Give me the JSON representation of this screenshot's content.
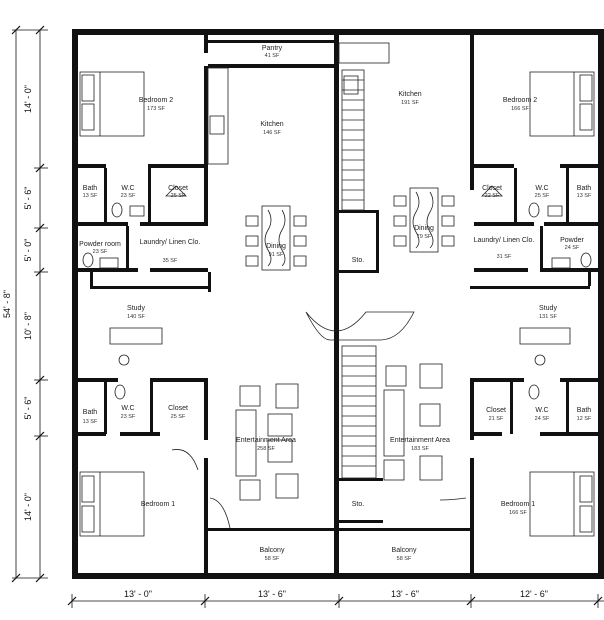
{
  "plan": {
    "dimensions": {
      "left": [
        "14' - 0\"",
        "5' - 6\"",
        "5' - 0\"",
        "10' - 8\"",
        "5' - 6\"",
        "14' - 0\""
      ],
      "overall": "54' - 8\"",
      "bottom": [
        "13' - 0\"",
        "13' - 6\"",
        "13' - 6\"",
        "12' - 6\""
      ]
    },
    "rooms": [
      {
        "id": "bedroom2-left",
        "name": "Bedroom 2",
        "area": "173 SF"
      },
      {
        "id": "pantry",
        "name": "Pantry",
        "area": "41 SF"
      },
      {
        "id": "kitchen-left",
        "name": "Kitchen",
        "area": "146 SF"
      },
      {
        "id": "kitchen-right",
        "name": "Kitchen",
        "area": "191 SF"
      },
      {
        "id": "bedroom2-right",
        "name": "Bedroom 2",
        "area": "166 SF"
      },
      {
        "id": "bath-ul",
        "name": "Bath",
        "area": "13 SF"
      },
      {
        "id": "wc-ul",
        "name": "W.C",
        "area": "23 SF"
      },
      {
        "id": "closet-ul",
        "name": "Closet",
        "area": "25 SF"
      },
      {
        "id": "closet-ur",
        "name": "Closet",
        "area": "22 SF"
      },
      {
        "id": "wc-ur",
        "name": "W.C",
        "area": "25 SF"
      },
      {
        "id": "bath-ur",
        "name": "Bath",
        "area": "13 SF"
      },
      {
        "id": "powder-left",
        "name": "Powder room",
        "area": "23 SF"
      },
      {
        "id": "laundry-left",
        "name": "Laundry/ Linen Clo.",
        "area": "35 SF"
      },
      {
        "id": "dining-left",
        "name": "Dining",
        "area": "91 SF"
      },
      {
        "id": "sto-upper",
        "name": "Sto.",
        "area": ""
      },
      {
        "id": "dining-right",
        "name": "Dining",
        "area": "79 SF"
      },
      {
        "id": "laundry-right",
        "name": "Laundry/ Linen Clo.",
        "area": "31 SF"
      },
      {
        "id": "powder-right",
        "name": "Powder",
        "area": "24 SF"
      },
      {
        "id": "study-left",
        "name": "Study",
        "area": "140 SF"
      },
      {
        "id": "study-right",
        "name": "Study",
        "area": "131 SF"
      },
      {
        "id": "bath-ll",
        "name": "Bath",
        "area": "13 SF"
      },
      {
        "id": "wc-ll",
        "name": "W.C",
        "area": "23 SF"
      },
      {
        "id": "closet-ll",
        "name": "Closet",
        "area": "25 SF"
      },
      {
        "id": "ent-left",
        "name": "Entertainment Area",
        "area": "258 SF"
      },
      {
        "id": "ent-right",
        "name": "Entertainment Area",
        "area": "183 SF"
      },
      {
        "id": "closet-lr",
        "name": "Closet",
        "area": "21 SF"
      },
      {
        "id": "wc-lr",
        "name": "W.C",
        "area": "24 SF"
      },
      {
        "id": "bath-lr",
        "name": "Bath",
        "area": "12 SF"
      },
      {
        "id": "bedroom1-left",
        "name": "Bedroom 1",
        "area": ""
      },
      {
        "id": "sto-lower",
        "name": "Sto.",
        "area": ""
      },
      {
        "id": "bedroom1-right",
        "name": "Bedroom 1",
        "area": "166 SF"
      },
      {
        "id": "balcony-left",
        "name": "Balcony",
        "area": "58 SF"
      },
      {
        "id": "balcony-right",
        "name": "Balcony",
        "area": "58 SF"
      }
    ]
  }
}
